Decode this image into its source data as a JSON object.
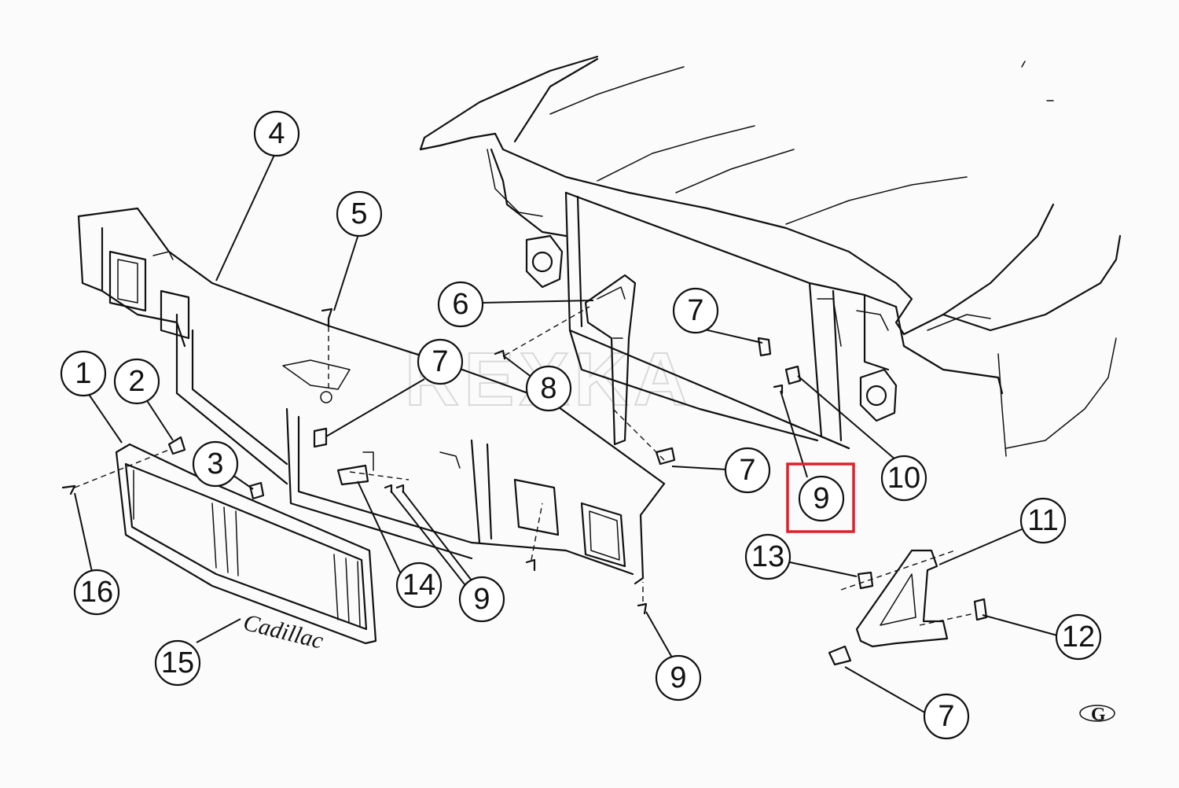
{
  "diagram": {
    "watermark": "REXKA",
    "emblem_script": "Cadillac",
    "corner_logo": "G",
    "highlight_color": "#e0202a",
    "line_color": "#111111",
    "callouts": [
      {
        "id": "c1",
        "label": "1"
      },
      {
        "id": "c2",
        "label": "2"
      },
      {
        "id": "c3",
        "label": "3"
      },
      {
        "id": "c4",
        "label": "4"
      },
      {
        "id": "c5",
        "label": "5"
      },
      {
        "id": "c6",
        "label": "6"
      },
      {
        "id": "c7a",
        "label": "7"
      },
      {
        "id": "c7b",
        "label": "7"
      },
      {
        "id": "c7c",
        "label": "7"
      },
      {
        "id": "c7d",
        "label": "7"
      },
      {
        "id": "c8",
        "label": "8"
      },
      {
        "id": "c9a",
        "label": "9"
      },
      {
        "id": "c9b",
        "label": "9"
      },
      {
        "id": "c9c",
        "label": "9"
      },
      {
        "id": "c10",
        "label": "10"
      },
      {
        "id": "c11",
        "label": "11"
      },
      {
        "id": "c12",
        "label": "12"
      },
      {
        "id": "c13",
        "label": "13"
      },
      {
        "id": "c14",
        "label": "14"
      },
      {
        "id": "c15",
        "label": "15"
      },
      {
        "id": "c16",
        "label": "16"
      }
    ],
    "highlighted_callout": "c9a"
  }
}
